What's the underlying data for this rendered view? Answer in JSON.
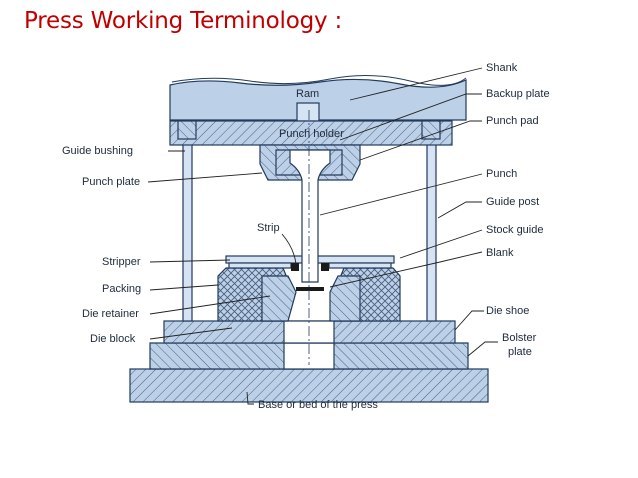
{
  "title": "Press Working Terminology :",
  "labels": {
    "shank": "Shank",
    "ram": "Ram",
    "backup_plate": "Backup plate",
    "punch_pad": "Punch pad",
    "punch_holder": "Punch holder",
    "guide_bushing": "Guide bushing",
    "punch_plate": "Punch plate",
    "punch": "Punch",
    "guide_post": "Guide post",
    "strip": "Strip",
    "stock_guide": "Stock guide",
    "blank": "Blank",
    "stripper": "Stripper",
    "packing": "Packing",
    "die_retainer": "Die retainer",
    "die_shoe": "Die shoe",
    "die_block": "Die block",
    "bolster_plate_1": "Bolster",
    "bolster_plate_2": "plate",
    "base": "Base or bed of the press"
  },
  "colors": {
    "title": "#c00000",
    "metal": "#bcd0e8",
    "outline": "#223a5c",
    "leader": "#222222"
  }
}
